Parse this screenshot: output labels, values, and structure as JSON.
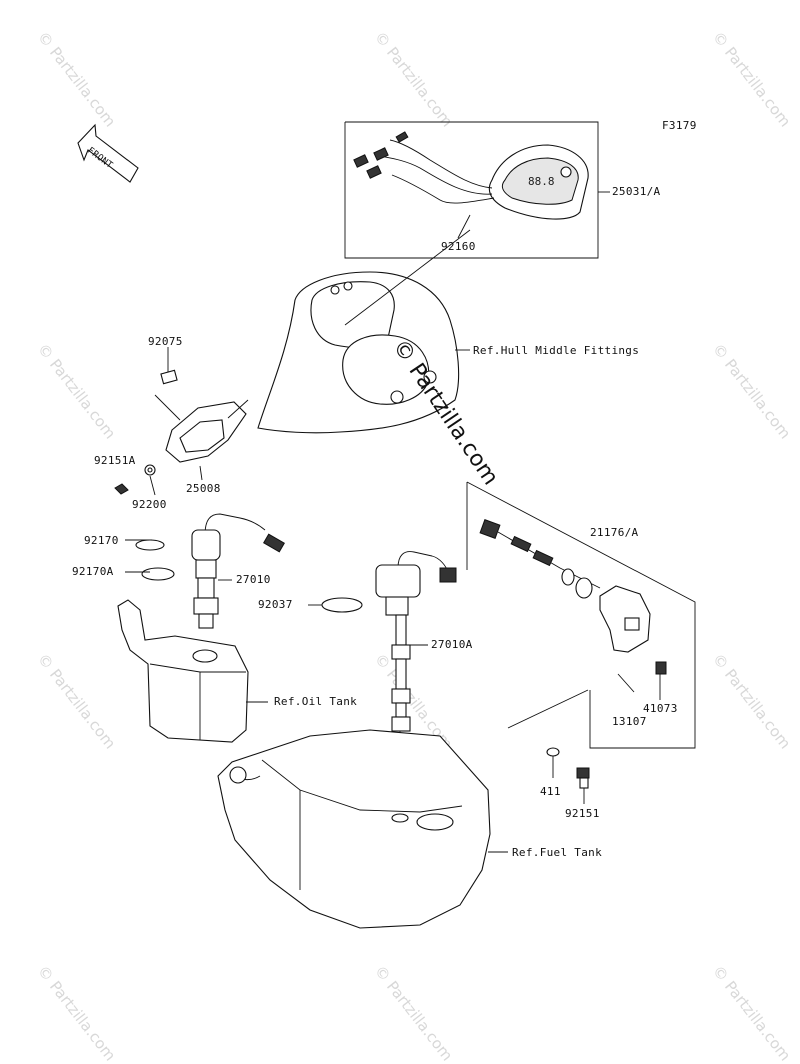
{
  "figure_code": "F3179",
  "front_label": "FRONT",
  "watermark": "© Partzilla.com",
  "center_watermark": "© Partzilla.com",
  "callouts": {
    "p25031A": "25031/A",
    "p92160": "92160",
    "ref_hull": "Ref.Hull Middle Fittings",
    "p92075": "92075",
    "p92151A": "92151A",
    "p92200": "92200",
    "p25008": "25008",
    "p21176A": "21176/A",
    "p92170": "92170",
    "p92170A": "92170A",
    "p27010": "27010",
    "p92037": "92037",
    "p27010A": "27010A",
    "ref_oil": "Ref.Oil Tank",
    "p41073": "41073",
    "p13107": "13107",
    "p411": "411",
    "p92151": "92151",
    "ref_fuel": "Ref.Fuel Tank"
  }
}
